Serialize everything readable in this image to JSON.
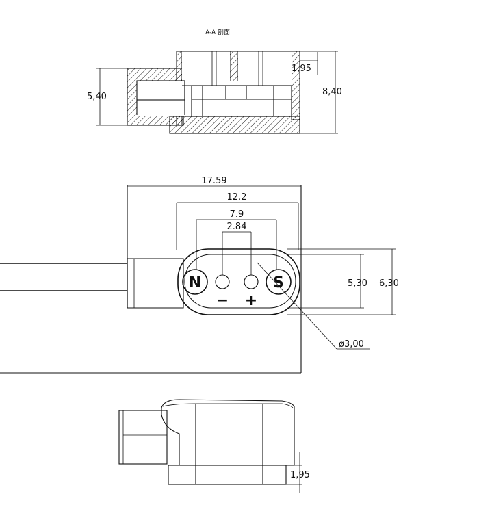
{
  "section_view": {
    "label": "A-A 剖面",
    "dim_height_inner": "5,40",
    "dim_height_total": "8,40",
    "dim_recess": "1,95"
  },
  "top_view": {
    "dim_overall_width": "17.59",
    "dim_pin_outer": "12.2",
    "dim_pin_middle": "7.9",
    "dim_pin_inner": "2.84",
    "dim_head_inner": "5,30",
    "dim_head_outer": "6,30",
    "dim_pin_diameter": "ø3,00",
    "pole_north": "N",
    "pole_south": "S",
    "sign_minus": "−",
    "sign_plus": "+"
  },
  "side_view": {
    "dim_base_height": "1,95"
  }
}
